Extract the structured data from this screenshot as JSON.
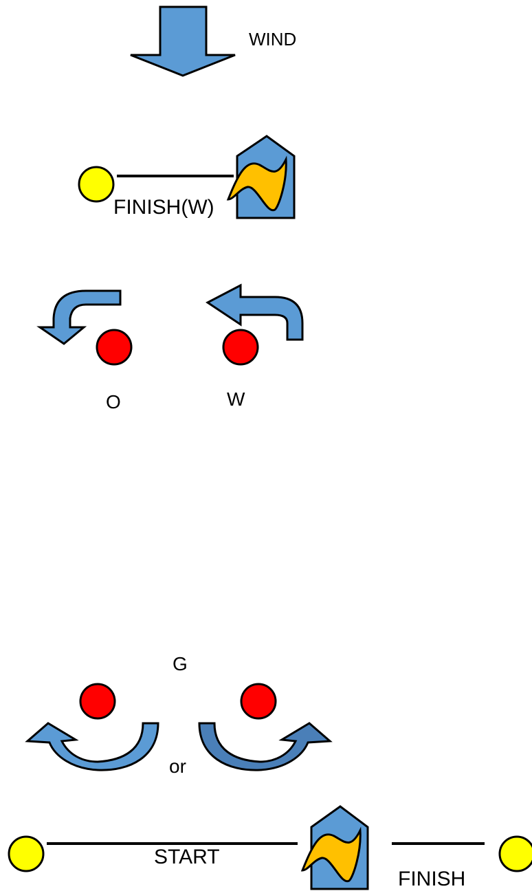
{
  "labels": {
    "wind": "WIND",
    "finish_w": "FINISH(W)",
    "mark_o": "O",
    "mark_w": "W",
    "mark_g": "G",
    "or": "or",
    "start": "START",
    "finish": "FINISH"
  },
  "colors": {
    "arrow": "#5b9bd5",
    "arrow_dark": "#4a7fb8",
    "buoy": "#ffff00",
    "mark": "#ff0000",
    "flag": "#ffc000",
    "outline": "#000000"
  },
  "icons": {
    "wind_arrow": "down-arrow-icon",
    "committee_boat": "committee-boat-icon",
    "finish_buoy": "yellow-buoy-icon",
    "rounding_mark": "red-mark-icon",
    "turn_arrow": "curved-turn-arrow-icon"
  }
}
